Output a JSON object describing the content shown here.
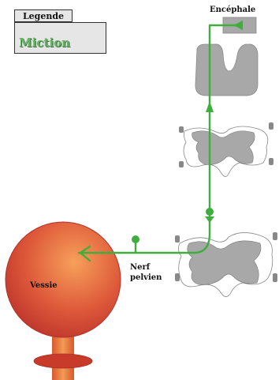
{
  "legend": {
    "title": "Legende",
    "item": "Miction"
  },
  "labels": {
    "encephale": "Encéphale",
    "vessie": "Vessie",
    "nerf_line1": "Nerf",
    "nerf_line2": "pelvien"
  },
  "colors": {
    "pathway": "#3fae3f",
    "legend_text": "#66b366",
    "grey_matter": "#a8a8a8",
    "bladder_center": "#f7a05a",
    "bladder_edge": "#c33a2a",
    "urethra": "#e2733f",
    "urethra_ring": "#c83a2a"
  },
  "icons": {
    "pathway_end": "green-arrow-icon",
    "synapse": "green-dot-icon"
  }
}
